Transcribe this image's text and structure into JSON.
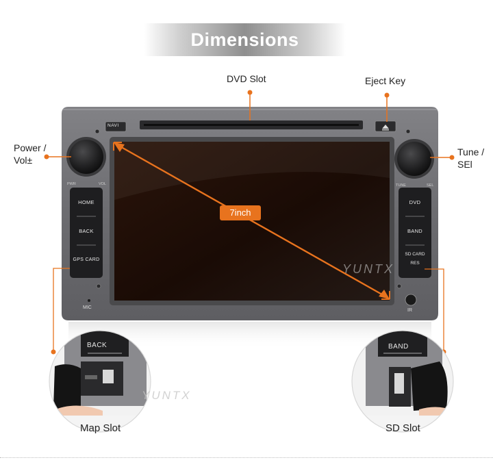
{
  "banner": {
    "title": "Dimensions"
  },
  "callouts": {
    "dvd_slot": "DVD Slot",
    "eject_key": "Eject Key",
    "power_vol_line1": "Power /",
    "power_vol_line2": "Vol±",
    "tune_sel_line1": "Tune /",
    "tune_sel_line2": "SEl"
  },
  "screen": {
    "size_label": "7inch"
  },
  "left_buttons": [
    "HOME",
    "BACK",
    "GPS CARD"
  ],
  "right_buttons": [
    "DVD",
    "BAND",
    "SD CARD",
    "RES"
  ],
  "panel_labels": {
    "navi": "NAVI",
    "pwr": "PWR",
    "vol": "VOL",
    "tune": "TUNE",
    "sel": "SEL",
    "mic": "MIC",
    "ir": "IR"
  },
  "closeups": {
    "left": {
      "button_label": "BACK",
      "caption": "Map Slot"
    },
    "right": {
      "button_label": "BAND",
      "caption": "SD Slot"
    }
  },
  "watermark": {
    "brand": "YUNTX"
  },
  "colors": {
    "accent": "#e8731e",
    "bezel": "#6f6f72",
    "screen": "#1e0d06"
  }
}
